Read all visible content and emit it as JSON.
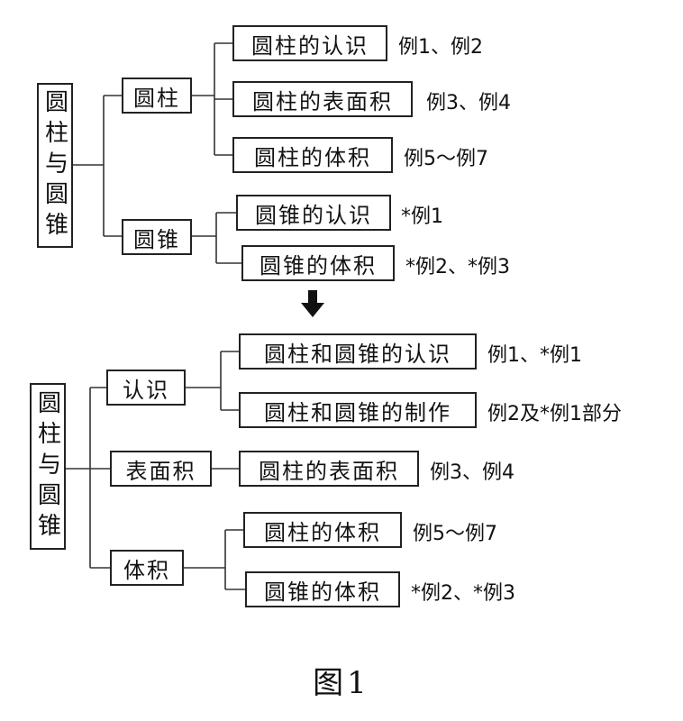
{
  "top": {
    "root": "圆柱与圆锥",
    "branches": [
      {
        "label": "圆柱",
        "topics": [
          {
            "label": "圆柱的认识",
            "note": "例1、例2"
          },
          {
            "label": "圆柱的表面积",
            "note": "例3、例4"
          },
          {
            "label": "圆柱的体积",
            "note": "例5～例7"
          }
        ]
      },
      {
        "label": "圆锥",
        "topics": [
          {
            "label": "圆锥的认识",
            "note": "*例1"
          },
          {
            "label": "圆锥的体积",
            "note": "*例2、*例3"
          }
        ]
      }
    ]
  },
  "bottom": {
    "root": "圆柱与圆锥",
    "branches": [
      {
        "label": "认识",
        "topics": [
          {
            "label": "圆柱和圆锥的认识",
            "note": "例1、*例1"
          },
          {
            "label": "圆柱和圆锥的制作",
            "note": "例2及*例1部分"
          }
        ]
      },
      {
        "label": "表面积",
        "topics": [
          {
            "label": "圆柱的表面积",
            "note": "例3、例4"
          }
        ]
      },
      {
        "label": "体积",
        "topics": [
          {
            "label": "圆柱的体积",
            "note": "例5～例7"
          },
          {
            "label": "圆锥的体积",
            "note": "*例2、*例3"
          }
        ]
      }
    ]
  },
  "caption": "图1"
}
